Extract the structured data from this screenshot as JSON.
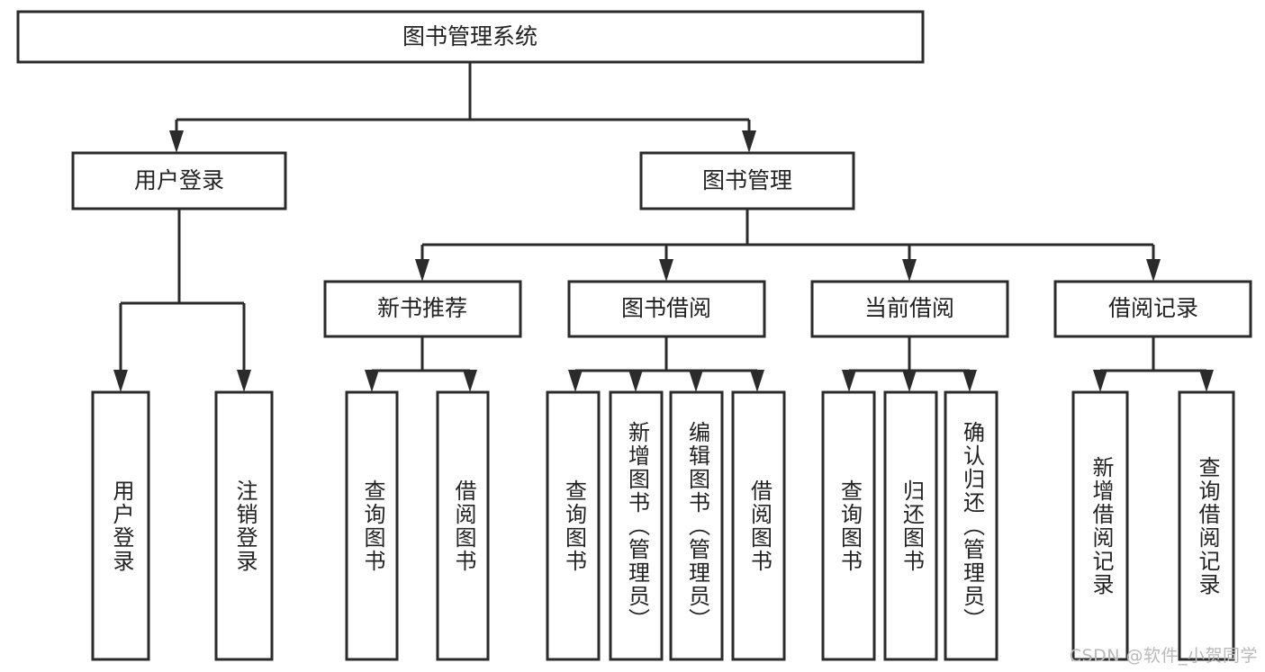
{
  "diagram": {
    "title": "图书管理系统",
    "type": "tree-hierarchy",
    "root": {
      "label": "图书管理系统"
    },
    "level2": [
      {
        "label": "用户登录"
      },
      {
        "label": "图书管理"
      }
    ],
    "level3": [
      {
        "label": "新书推荐"
      },
      {
        "label": "图书借阅"
      },
      {
        "label": "当前借阅"
      },
      {
        "label": "借阅记录"
      }
    ],
    "leaves": {
      "user_login": [
        {
          "label": "用户登录"
        },
        {
          "label": "注销登录"
        }
      ],
      "new_book_recommend": [
        {
          "label": "查询图书"
        },
        {
          "label": "借阅图书"
        }
      ],
      "book_borrow": [
        {
          "label": "查询图书"
        },
        {
          "label": "新增图书（管理员）"
        },
        {
          "label": "编辑图书（管理员）"
        },
        {
          "label": "借阅图书"
        }
      ],
      "current_borrow": [
        {
          "label": "查询图书"
        },
        {
          "label": "归还图书"
        },
        {
          "label": "确认归还（管理员）"
        }
      ],
      "borrow_record": [
        {
          "label": "新增借阅记录"
        },
        {
          "label": "查询借阅记录"
        }
      ]
    }
  },
  "watermark": {
    "text": "CSDN @软件_小贺同学"
  },
  "colors": {
    "stroke": "#2b2b2b",
    "fill": "#ffffff",
    "text": "#222222",
    "watermark": "#b9b9b9"
  }
}
